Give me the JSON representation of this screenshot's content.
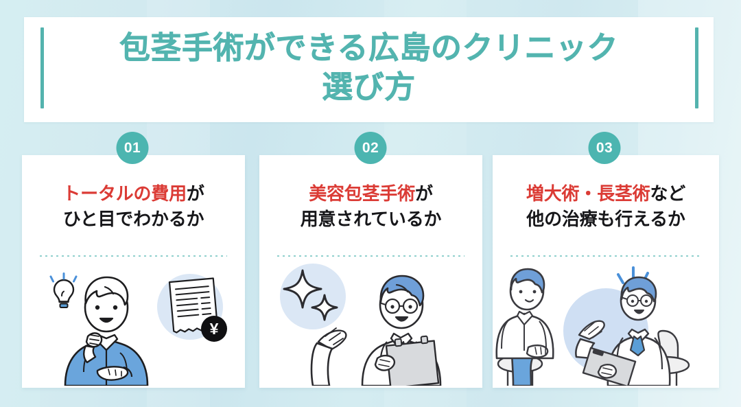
{
  "page": {
    "background_color": "#d3ebf0",
    "accent_teal": "#4cb5b0",
    "highlight_red": "#db3b35",
    "text_color": "#17171a"
  },
  "title": {
    "line1": "包茎手術ができる広島のクリニック",
    "line2": "選び方",
    "color": "#53b4af"
  },
  "cards": [
    {
      "badge": "01",
      "heading_line1_highlight": "トータルの費用",
      "heading_line1_rest": "が",
      "heading_line2": "ひと目でわかるか",
      "illustration": "man-with-lightbulb-and-receipt-illustration"
    },
    {
      "badge": "02",
      "heading_line1_highlight": "美容包茎手術",
      "heading_line1_rest": "が",
      "heading_line2": "用意されているか",
      "illustration": "doctor-with-clipboard-and-sparkles-illustration"
    },
    {
      "badge": "03",
      "heading_line1_highlight": "増大術・長茎術",
      "heading_line1_rest": "など",
      "heading_line2": "他の治療も行えるか",
      "illustration": "doctor-consultation-with-patient-illustration"
    }
  ],
  "icons": {
    "yen_symbol": "¥"
  }
}
